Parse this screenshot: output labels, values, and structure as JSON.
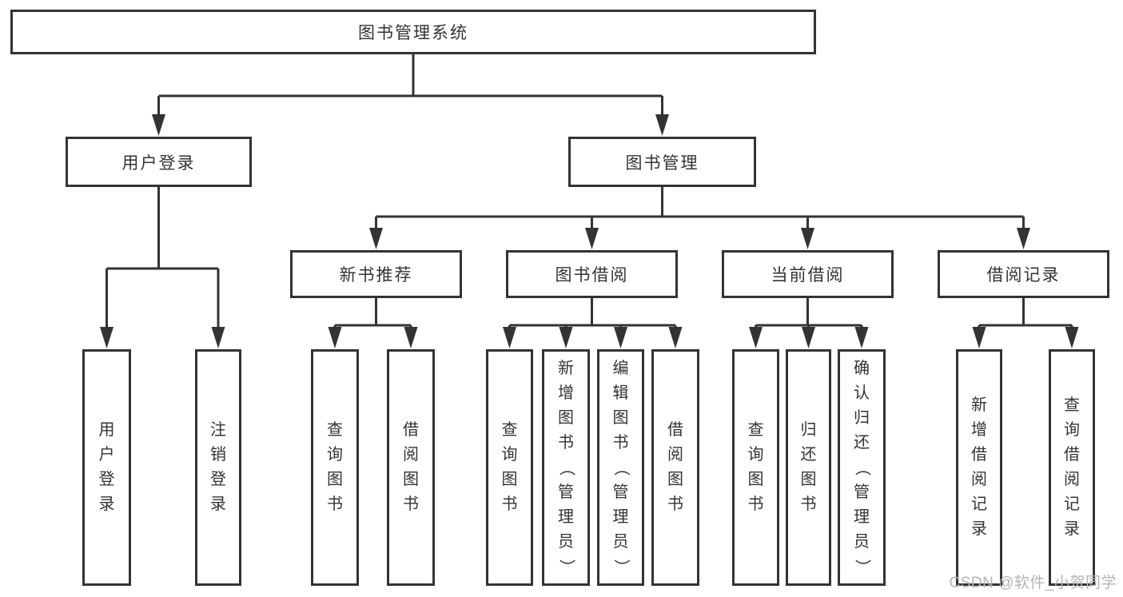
{
  "diagram": {
    "title": "图书管理系统",
    "tree": {
      "label": "图书管理系统",
      "children": [
        {
          "label": "用户登录",
          "children": [
            {
              "label": "用户登录"
            },
            {
              "label": "注销登录"
            }
          ]
        },
        {
          "label": "图书管理",
          "children": [
            {
              "label": "新书推荐",
              "children": [
                {
                  "label": "查询图书"
                },
                {
                  "label": "借阅图书"
                }
              ]
            },
            {
              "label": "图书借阅",
              "children": [
                {
                  "label": "查询图书"
                },
                {
                  "label": "新增图书（管理员）"
                },
                {
                  "label": "编辑图书（管理员）"
                },
                {
                  "label": "借阅图书"
                }
              ]
            },
            {
              "label": "当前借阅",
              "children": [
                {
                  "label": "查询图书"
                },
                {
                  "label": "归还图书"
                },
                {
                  "label": "确认归还（管理员）"
                }
              ]
            },
            {
              "label": "借阅记录",
              "children": [
                {
                  "label": "新增借阅记录"
                },
                {
                  "label": "查询借阅记录"
                }
              ]
            }
          ]
        }
      ]
    }
  },
  "watermark": {
    "text": "CSDN @软件_小贺同学"
  },
  "colors": {
    "line": "#333333",
    "border": "#333333",
    "text": "#333333",
    "watermark": "#b1b4b7",
    "background": "#ffffff"
  }
}
